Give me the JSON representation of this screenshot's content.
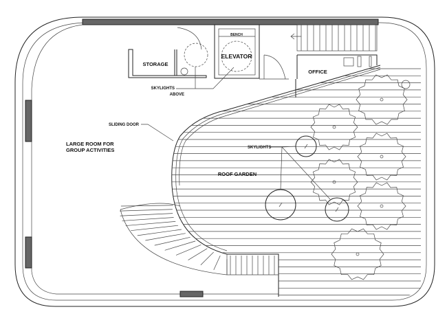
{
  "labels": {
    "storage": "STORAGE",
    "bench": "BENCH",
    "elevator": "ELEVATOR",
    "office": "OFFICE",
    "skylights_above_1": "SKYLIGHTS",
    "skylights_above_2": "ABOVE",
    "sliding_door": "SLIDING DOOR",
    "large_room_1": "LARGE ROOM FOR",
    "large_room_2": "GROUP ACTIVITIES",
    "skylights": "SKYLIGHTS",
    "roof_garden": "ROOF GARDEN"
  },
  "colors": {
    "line": "#222222",
    "wall": "#666666",
    "background": "#ffffff"
  }
}
